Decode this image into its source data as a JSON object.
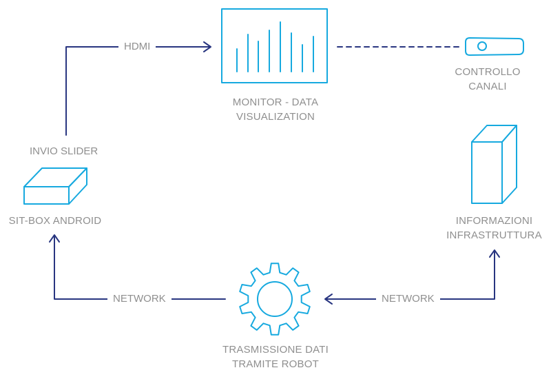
{
  "nodes": {
    "monitor": {
      "label_line1": "MONITOR - DATA",
      "label_line2": "VISUALIZATION",
      "icon": "monitor-chart-icon"
    },
    "remote": {
      "label_line1": "CONTROLLO",
      "label_line2": "CANALI",
      "icon": "remote-control-icon"
    },
    "setbox": {
      "label_line1": "SIT-BOX ANDROID",
      "icon": "set-top-box-icon"
    },
    "server": {
      "label_line1": "INFORMAZIONI",
      "label_line2": "INFRASTRUTTURA",
      "icon": "server-tower-icon"
    },
    "robot": {
      "label_line1": "TRASMISSIONE DATI",
      "label_line2": "TRAMITE ROBOT",
      "icon": "gear-icon"
    }
  },
  "connections": {
    "hdmi": "HDMI",
    "invio": "INVIO SLIDER",
    "network_left": "NETWORK",
    "network_right": "NETWORK"
  },
  "colors": {
    "icon": "#16a9df",
    "arrow": "#283580",
    "text": "#8f8f8f"
  }
}
